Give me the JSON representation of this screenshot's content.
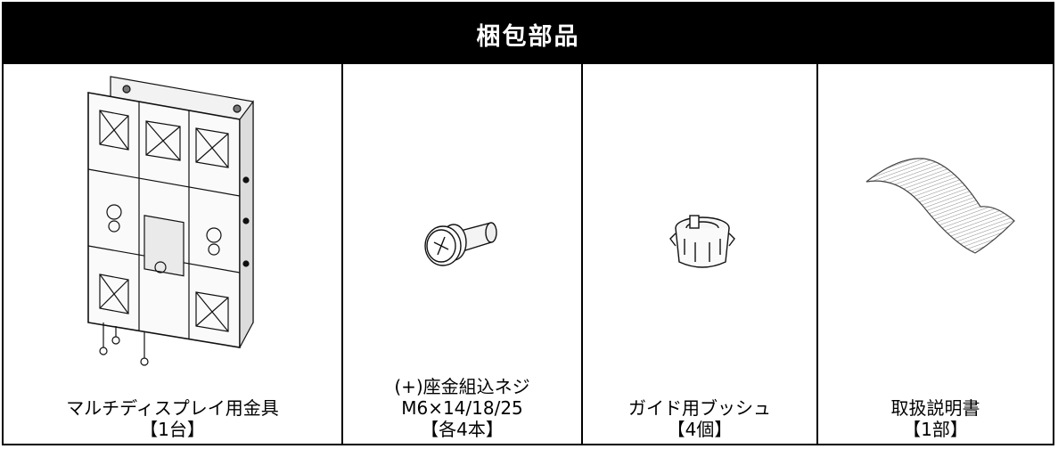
{
  "header": {
    "title": "梱包部品"
  },
  "items": [
    {
      "lines": [
        "マルチディスプレイ用金具",
        "【1台】"
      ],
      "icon": "multi-display-bracket"
    },
    {
      "lines": [
        "(+)座金組込ネジ",
        "M6×14/18/25",
        "【各4本】"
      ],
      "icon": "washer-screw"
    },
    {
      "lines": [
        "ガイド用ブッシュ",
        "【4個】"
      ],
      "icon": "guide-bushing"
    },
    {
      "lines": [
        "取扱説明書",
        "【1部】"
      ],
      "icon": "instruction-manual"
    }
  ]
}
